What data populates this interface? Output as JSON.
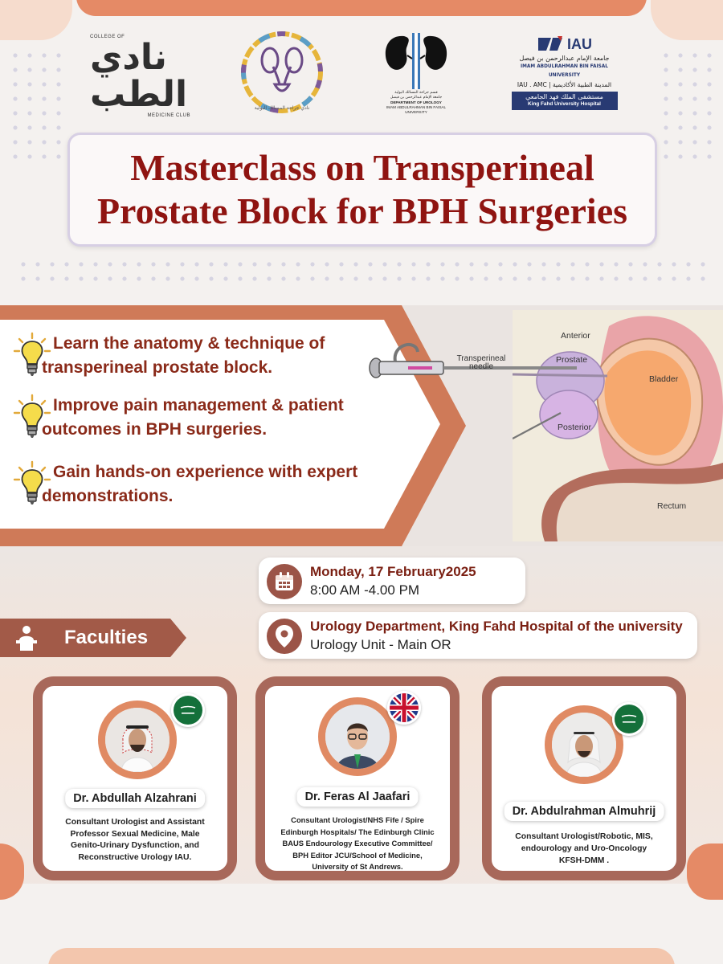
{
  "logos": {
    "club_top": "COLLEGE OF",
    "club_mark": "نادي الطب",
    "club_bottom": "MEDICINE CLUB",
    "urology_club": "نادي جراحة المسالك البولية",
    "department_ar": "قسم جراحة المسالك البولية",
    "department_ar2": "جامعة الإمام عبدالرحمن بن فيصل",
    "department_en": "DEPARTMENT OF UROLOGY",
    "department_en2": "IMAM ABDULRAHMAN BIN FAISAL UNIVERSITY",
    "iau_word": "IAU",
    "university_ar": "جامعة الإمام عبدالرحمن بن فيصل",
    "university_en": "IMAM ABDULRAHMAN BIN FAISAL UNIVERSITY",
    "amc_line": "IAU . AMC | المدينة الطبية الأكاديمية",
    "hospital_ar": "مستشفى الملك فهد الجامعي",
    "hospital_en": "King Fahd University Hospital"
  },
  "title": {
    "line1": "Masterclass on Transperineal",
    "line2": "Prostate Block for BPH Surgeries"
  },
  "bullets": [
    {
      "l1": "Learn the anatomy & technique of",
      "l2": "transperineal prostate block.",
      "icon": "lightbulb-icon"
    },
    {
      "l1": "Improve pain management & patient",
      "l2": "outcomes in BPH surgeries.",
      "icon": "lightbulb-icon"
    },
    {
      "l1": "Gain hands-on experience with expert",
      "l2": "demonstrations.",
      "icon": "lightbulb-icon"
    }
  ],
  "diagram": {
    "anterior": "Anterior",
    "prostate": "Prostate",
    "bladder": "Bladder",
    "posterior": "Posterior",
    "rectum": "Rectum",
    "needle": "Transperineal needle"
  },
  "event": {
    "date": "Monday, 17 February2025",
    "time": "8:00 AM -4.00 PM",
    "venue": "Urology Department, King Fahd Hospital of the university",
    "unit": "Urology Unit - Main OR",
    "date_icon": "calendar-icon",
    "venue_icon": "map-pin-icon"
  },
  "faculties_label": "Faculties",
  "faculty": [
    {
      "name": "Dr. Abdullah Alzahrani",
      "flag": "saudi-flag",
      "bio": [
        "Consultant Urologist and Assistant",
        "Professor Sexual Medicine, Male",
        "Genito-Urinary Dysfunction, and",
        "Reconstructive Urology IAU."
      ]
    },
    {
      "name": "Dr. Feras Al Jaafari",
      "flag": "uk-flag",
      "bio": [
        "Consultant Urologist/NHS Fife / Spire",
        "Edinburgh Hospitals/ The Edinburgh Clinic",
        "BAUS Endourology Executive Committee/",
        "BPH Editor JCU/School of Medicine,",
        "University of St Andrews."
      ]
    },
    {
      "name": "Dr. Abdulrahman Almuhrij",
      "flag": "saudi-flag",
      "bio": [
        "Consultant Urologist/Robotic, MIS,",
        "endourology and Uro-Oncology",
        "KFSH-DMM ."
      ]
    }
  ],
  "colors": {
    "accent": "#e58a66",
    "brand_brown": "#a8685a",
    "title_red": "#8f1411",
    "bullet_text": "#8a2a19",
    "iau_navy": "#283a73"
  }
}
